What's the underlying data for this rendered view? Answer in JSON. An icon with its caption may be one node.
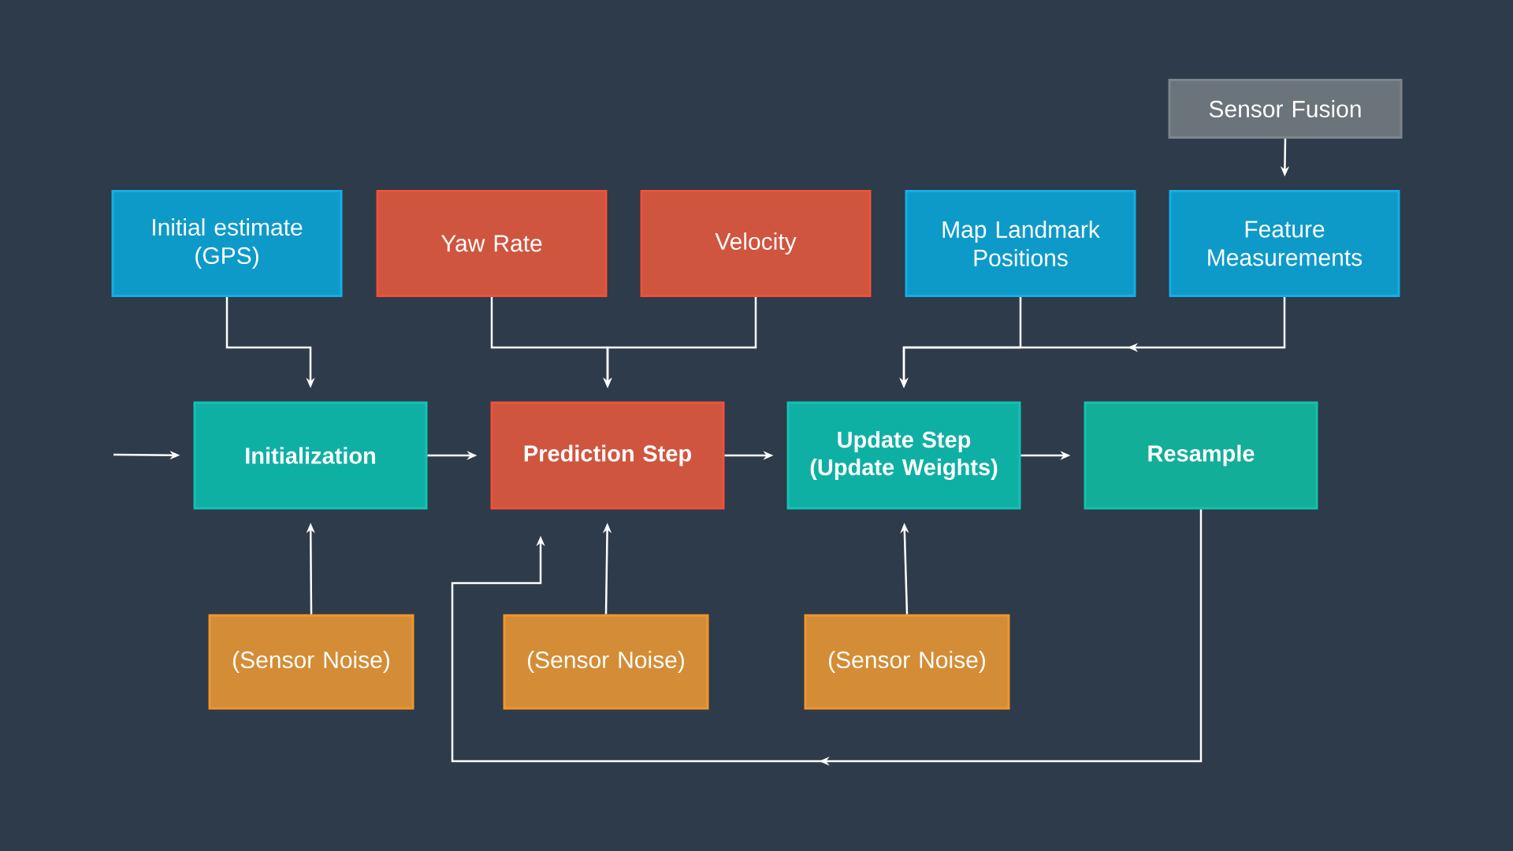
{
  "diagram": {
    "nodes": [
      {
        "text": [
          "Sensor Fusion"
        ]
      },
      {
        "text": [
          "Initial estimate (GPS)"
        ]
      },
      {
        "text": [
          "Yaw Rate"
        ]
      },
      {
        "text": [
          "Velocity"
        ]
      },
      {
        "text": [
          "Map Landmark Positions"
        ]
      },
      {
        "text": [
          "Feature Measurements"
        ]
      },
      {
        "text": [
          "Initialization"
        ]
      },
      {
        "text": [
          "Prediction Step"
        ]
      },
      {
        "text": [
          "Update Step (Update Weights)"
        ]
      },
      {
        "text": [
          "Resample"
        ]
      },
      {
        "text": [
          "(Sensor Noise)"
        ]
      },
      {
        "text": [
          "(Sensor Noise)"
        ]
      },
      {
        "text": [
          "(Sensor Noise)"
        ]
      }
    ],
    "edges": [
      {
        "from": null,
        "to": 6,
        "arrow": "to"
      },
      {
        "from": 0,
        "to": 5,
        "arrow": "to"
      },
      {
        "from": 1,
        "to": 6,
        "arrow": "to"
      },
      {
        "from": 2,
        "to": 7,
        "arrow": "to"
      },
      {
        "from": 3,
        "to": 7,
        "arrow": "to"
      },
      {
        "from": 4,
        "to": 8,
        "arrow": "to"
      },
      {
        "from": 5,
        "to": 8,
        "arrow": "to"
      },
      {
        "from": 6,
        "to": 7,
        "arrow": "to"
      },
      {
        "from": 7,
        "to": 8,
        "arrow": "to"
      },
      {
        "from": 8,
        "to": 9,
        "arrow": "to"
      },
      {
        "from": 10,
        "to": 6,
        "arrow": "to"
      },
      {
        "from": 11,
        "to": 7,
        "arrow": "to"
      },
      {
        "from": 12,
        "to": 8,
        "arrow": "to"
      },
      {
        "from": 9,
        "to": 7,
        "arrow": "to"
      }
    ]
  }
}
